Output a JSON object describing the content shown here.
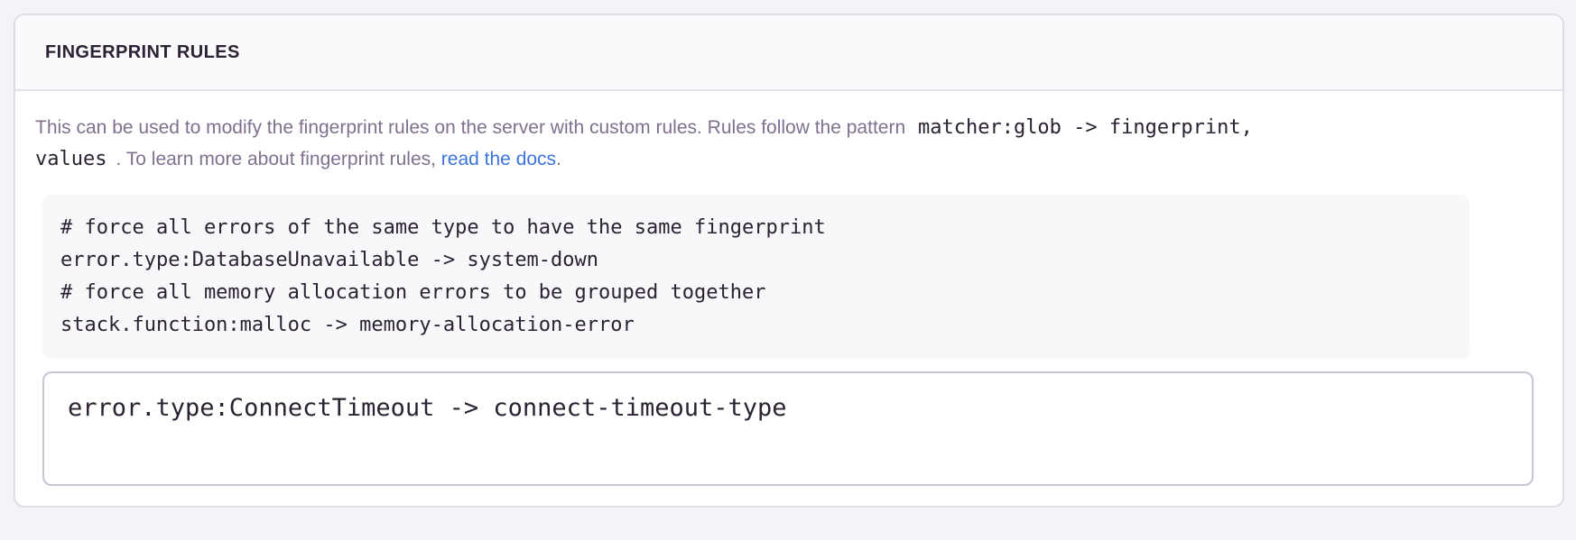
{
  "panel": {
    "title": "FINGERPRINT RULES",
    "description": {
      "line1_text": "This can be used to modify the fingerprint rules on the server with custom rules. Rules follow the pattern",
      "line1_code": "matcher:glob -> fingerprint,",
      "line2_code": "values",
      "line2_text": ". To learn more about fingerprint rules,",
      "link_label": "read the docs",
      "line2_suffix": "."
    },
    "example": {
      "lines": [
        "# force all errors of the same type to have the same fingerprint",
        "error.type:DatabaseUnavailable -> system-down",
        "# force all memory allocation errors to be grouped together",
        "stack.function:malloc -> memory-allocation-error"
      ]
    },
    "editor": {
      "value": "error.type:ConnectTimeout -> connect-timeout-type"
    }
  },
  "colors": {
    "page_background": "#F4F3F8",
    "panel_background": "#FFFFFF",
    "header_background": "#FAF9FB",
    "panel_border": "#E0DCE6",
    "textarea_border": "#C9C3D2",
    "heading_text": "#2B2233",
    "body_text": "#80708F",
    "code_text": "#2B2233",
    "link": "#3C74DD"
  }
}
